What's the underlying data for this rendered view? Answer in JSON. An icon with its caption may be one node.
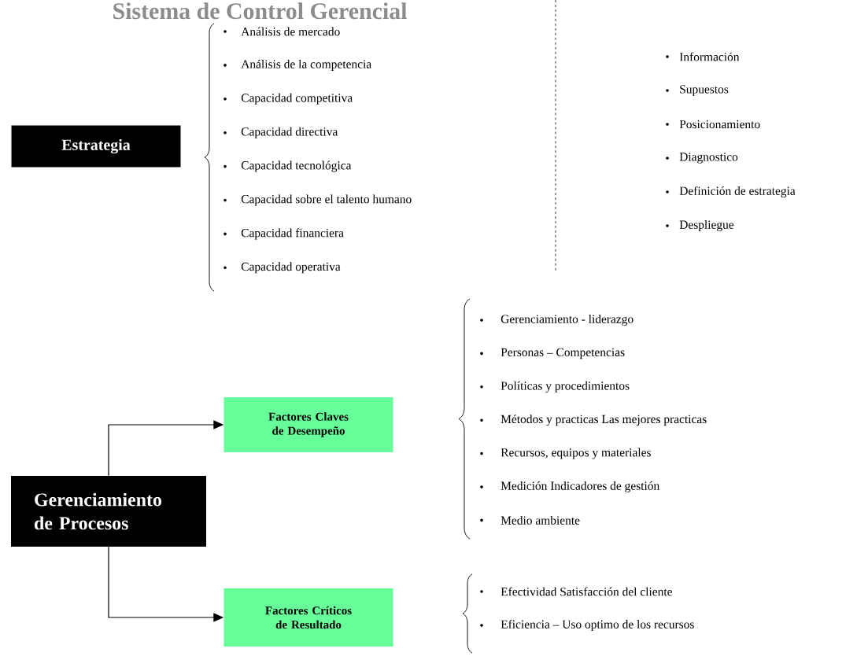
{
  "diagram": {
    "title": "Sistema de Control Gerencial",
    "nodes": [
      {
        "text": [
          "Estrategia"
        ]
      },
      {
        "text": [
          "Gerenciamiento de Procesos"
        ]
      },
      {
        "text": [
          "Factores Claves de Desempeño"
        ]
      },
      {
        "text": [
          "Factores Críticos de Resultado"
        ]
      }
    ],
    "edges": [
      {
        "from": 1,
        "to": 2,
        "arrow": "to"
      },
      {
        "from": 1,
        "to": 3,
        "arrow": "to"
      }
    ],
    "labels": [
      "Análisis de mercado",
      "Análisis de la competencia",
      "Capacidad competitiva",
      "Capacidad directiva",
      "Capacidad tecnológica",
      "Capacidad sobre el talento humano",
      "Capacidad financiera",
      "Capacidad operativa",
      "Información",
      "Supuestos",
      "Posicionamiento",
      "Diagnostico",
      "Definición de estrategia",
      "Despliegue",
      "Gerenciamiento  - liderazgo",
      "Personas – Competencias",
      "Políticas y procedimientos",
      "Métodos y practicas Las mejores practicas",
      "Recursos, equipos y materiales",
      "Medición Indicadores de gestión",
      "Medio ambiente",
      "Efectividad Satisfacción del cliente",
      "Eficiencia  – Uso optimo de los recursos"
    ]
  }
}
